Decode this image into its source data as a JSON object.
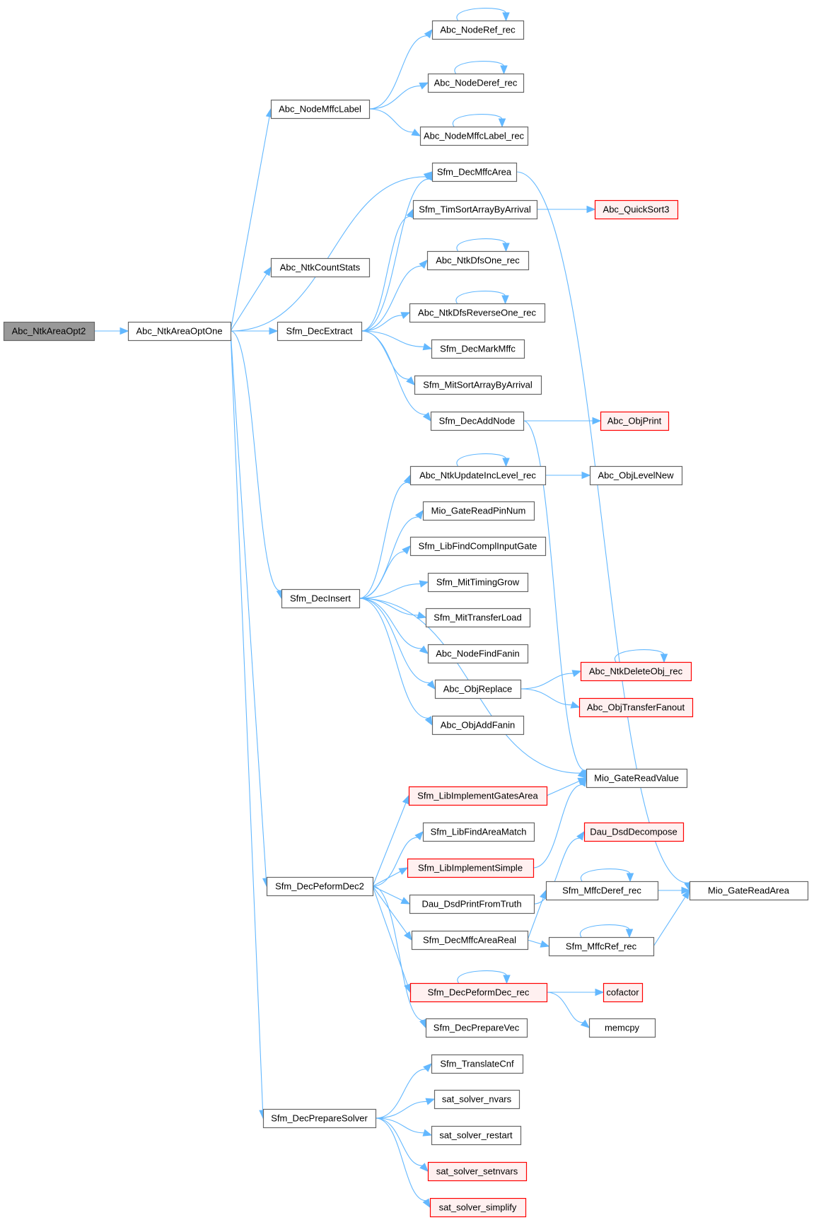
{
  "graph": {
    "title": "Abc_NtkAreaOpt2 call graph",
    "edge_color": "#63b8ff",
    "node_border_color": "#666666",
    "root_fill": "#999999",
    "truncated_fill": "#fff0f0",
    "truncated_border": "#ff0000",
    "nodes": [
      {
        "id": "n0",
        "label": "Abc_NtkAreaOpt2",
        "style": "root"
      },
      {
        "id": "n1",
        "label": "Abc_NtkAreaOptOne",
        "style": "normal"
      },
      {
        "id": "n2",
        "label": "Abc_NodeMffcLabel",
        "style": "normal"
      },
      {
        "id": "n3",
        "label": "Abc_NtkCountStats",
        "style": "normal"
      },
      {
        "id": "n4",
        "label": "Sfm_DecExtract",
        "style": "normal"
      },
      {
        "id": "n5",
        "label": "Sfm_DecInsert",
        "style": "normal"
      },
      {
        "id": "n6",
        "label": "Sfm_DecPeformDec2",
        "style": "normal"
      },
      {
        "id": "n7",
        "label": "Sfm_DecPrepareSolver",
        "style": "normal"
      },
      {
        "id": "n8",
        "label": "Abc_NodeRef_rec",
        "style": "normal"
      },
      {
        "id": "n9",
        "label": "Abc_NodeDeref_rec",
        "style": "normal"
      },
      {
        "id": "n10",
        "label": "Abc_NodeMffcLabel_rec",
        "style": "normal"
      },
      {
        "id": "n11",
        "label": "Sfm_DecMffcArea",
        "style": "normal"
      },
      {
        "id": "n12",
        "label": "Sfm_TimSortArrayByArrival",
        "style": "normal"
      },
      {
        "id": "n13",
        "label": "Abc_QuickSort3",
        "style": "red"
      },
      {
        "id": "n14",
        "label": "Abc_NtkDfsOne_rec",
        "style": "normal"
      },
      {
        "id": "n15",
        "label": "Abc_NtkDfsReverseOne_rec",
        "style": "normal"
      },
      {
        "id": "n16",
        "label": "Sfm_DecMarkMffc",
        "style": "normal"
      },
      {
        "id": "n17",
        "label": "Sfm_MitSortArrayByArrival",
        "style": "normal"
      },
      {
        "id": "n18",
        "label": "Sfm_DecAddNode",
        "style": "normal"
      },
      {
        "id": "n19",
        "label": "Abc_ObjPrint",
        "style": "red"
      },
      {
        "id": "n20",
        "label": "Abc_NtkUpdateIncLevel_rec",
        "style": "normal"
      },
      {
        "id": "n21",
        "label": "Abc_ObjLevelNew",
        "style": "normal"
      },
      {
        "id": "n22",
        "label": "Mio_GateReadPinNum",
        "style": "normal"
      },
      {
        "id": "n23",
        "label": "Sfm_LibFindComplInputGate",
        "style": "normal"
      },
      {
        "id": "n24",
        "label": "Sfm_MitTimingGrow",
        "style": "normal"
      },
      {
        "id": "n25",
        "label": "Sfm_MitTransferLoad",
        "style": "normal"
      },
      {
        "id": "n26",
        "label": "Abc_NodeFindFanin",
        "style": "normal"
      },
      {
        "id": "n27",
        "label": "Abc_ObjReplace",
        "style": "normal"
      },
      {
        "id": "n28",
        "label": "Abc_NtkDeleteObj_rec",
        "style": "red"
      },
      {
        "id": "n29",
        "label": "Abc_ObjTransferFanout",
        "style": "red"
      },
      {
        "id": "n30",
        "label": "Abc_ObjAddFanin",
        "style": "normal"
      },
      {
        "id": "n31",
        "label": "Mio_GateReadValue",
        "style": "normal"
      },
      {
        "id": "n32",
        "label": "Sfm_LibImplementGatesArea",
        "style": "red"
      },
      {
        "id": "n33",
        "label": "Sfm_LibFindAreaMatch",
        "style": "normal"
      },
      {
        "id": "n34",
        "label": "Sfm_LibImplementSimple",
        "style": "red"
      },
      {
        "id": "n35",
        "label": "Dau_DsdDecompose",
        "style": "red"
      },
      {
        "id": "n36",
        "label": "Dau_DsdPrintFromTruth",
        "style": "normal"
      },
      {
        "id": "n37",
        "label": "Sfm_MffcDeref_rec",
        "style": "normal"
      },
      {
        "id": "n38",
        "label": "Mio_GateReadArea",
        "style": "normal"
      },
      {
        "id": "n39",
        "label": "Sfm_DecMffcAreaReal",
        "style": "normal"
      },
      {
        "id": "n40",
        "label": "Sfm_MffcRef_rec",
        "style": "normal"
      },
      {
        "id": "n41",
        "label": "Sfm_DecPeformDec_rec",
        "style": "red"
      },
      {
        "id": "n42",
        "label": "cofactor",
        "style": "red"
      },
      {
        "id": "n43",
        "label": "memcpy",
        "style": "normal"
      },
      {
        "id": "n44",
        "label": "Sfm_DecPrepareVec",
        "style": "normal"
      },
      {
        "id": "n45",
        "label": "Sfm_TranslateCnf",
        "style": "normal"
      },
      {
        "id": "n46",
        "label": "sat_solver_nvars",
        "style": "normal"
      },
      {
        "id": "n47",
        "label": "sat_solver_restart",
        "style": "normal"
      },
      {
        "id": "n48",
        "label": "sat_solver_setnvars",
        "style": "red"
      },
      {
        "id": "n49",
        "label": "sat_solver_simplify",
        "style": "red"
      }
    ],
    "edges": [
      [
        "n0",
        "n1"
      ],
      [
        "n1",
        "n2"
      ],
      [
        "n1",
        "n3"
      ],
      [
        "n1",
        "n4"
      ],
      [
        "n1",
        "n5"
      ],
      [
        "n1",
        "n6"
      ],
      [
        "n1",
        "n7"
      ],
      [
        "n1",
        "n11"
      ],
      [
        "n2",
        "n8"
      ],
      [
        "n2",
        "n9"
      ],
      [
        "n2",
        "n10"
      ],
      [
        "n8",
        "n8"
      ],
      [
        "n9",
        "n9"
      ],
      [
        "n10",
        "n10"
      ],
      [
        "n11",
        "n38"
      ],
      [
        "n4",
        "n11"
      ],
      [
        "n4",
        "n12"
      ],
      [
        "n4",
        "n14"
      ],
      [
        "n4",
        "n15"
      ],
      [
        "n4",
        "n16"
      ],
      [
        "n4",
        "n17"
      ],
      [
        "n4",
        "n18"
      ],
      [
        "n12",
        "n13"
      ],
      [
        "n14",
        "n14"
      ],
      [
        "n15",
        "n15"
      ],
      [
        "n18",
        "n19"
      ],
      [
        "n18",
        "n31"
      ],
      [
        "n5",
        "n20"
      ],
      [
        "n5",
        "n22"
      ],
      [
        "n5",
        "n23"
      ],
      [
        "n5",
        "n24"
      ],
      [
        "n5",
        "n25"
      ],
      [
        "n5",
        "n26"
      ],
      [
        "n5",
        "n27"
      ],
      [
        "n5",
        "n30"
      ],
      [
        "n5",
        "n31"
      ],
      [
        "n20",
        "n20"
      ],
      [
        "n20",
        "n21"
      ],
      [
        "n27",
        "n28"
      ],
      [
        "n27",
        "n29"
      ],
      [
        "n28",
        "n28"
      ],
      [
        "n6",
        "n32"
      ],
      [
        "n6",
        "n33"
      ],
      [
        "n6",
        "n34"
      ],
      [
        "n6",
        "n36"
      ],
      [
        "n6",
        "n39"
      ],
      [
        "n6",
        "n41"
      ],
      [
        "n6",
        "n44"
      ],
      [
        "n32",
        "n31"
      ],
      [
        "n34",
        "n31"
      ],
      [
        "n36",
        "n35"
      ],
      [
        "n39",
        "n37"
      ],
      [
        "n39",
        "n40"
      ],
      [
        "n37",
        "n37"
      ],
      [
        "n37",
        "n38"
      ],
      [
        "n40",
        "n40"
      ],
      [
        "n40",
        "n38"
      ],
      [
        "n41",
        "n41"
      ],
      [
        "n41",
        "n42"
      ],
      [
        "n41",
        "n43"
      ],
      [
        "n7",
        "n45"
      ],
      [
        "n7",
        "n46"
      ],
      [
        "n7",
        "n47"
      ],
      [
        "n7",
        "n48"
      ],
      [
        "n7",
        "n49"
      ]
    ]
  }
}
